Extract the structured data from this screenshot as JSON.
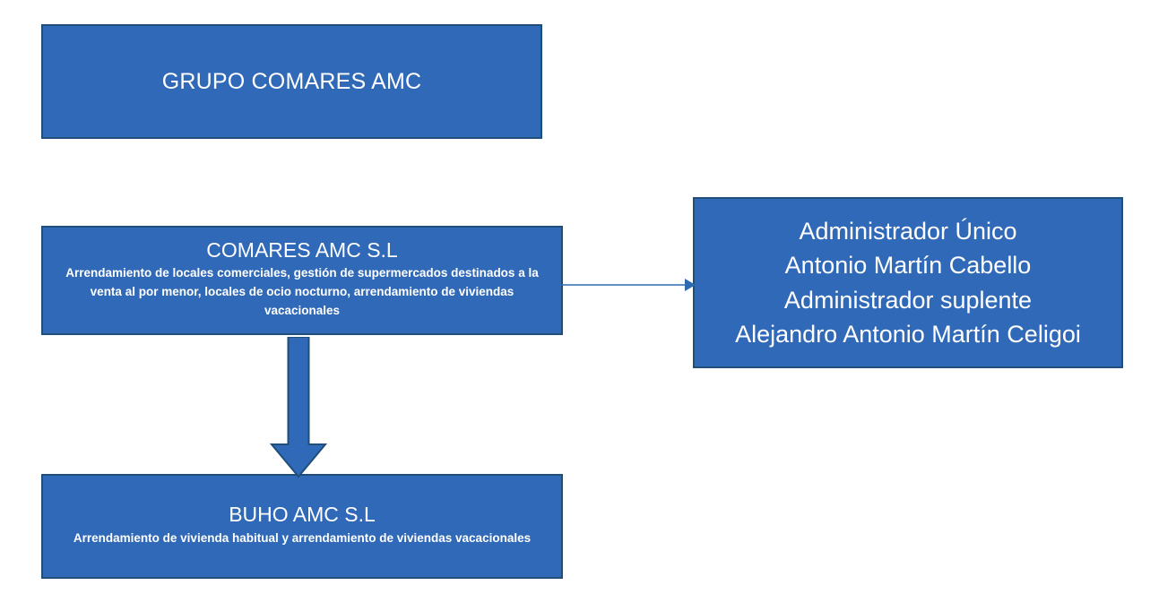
{
  "diagram": {
    "title": "GRUPO COMARES AMC organizational chart",
    "background_color": "#ffffff",
    "node_fill_color": "#3069b8",
    "node_border_color": "#1f4e79",
    "node_text_color": "#ffffff",
    "connector_color": "#2e6ab0"
  },
  "nodes": {
    "group": {
      "title": "GRUPO COMARES AMC"
    },
    "comares": {
      "title": "COMARES AMC S.L",
      "description": "Arrendamiento de locales comerciales, gestión de supermercados destinados a la venta al por menor, locales de ocio nocturno, arrendamiento de viviendas vacacionales"
    },
    "admins": {
      "lines": [
        "Administrador Único",
        "Antonio Martín Cabello",
        "Administrador suplente",
        "Alejandro Antonio Martín Celigoi"
      ]
    },
    "buho": {
      "title": "BUHO AMC S.L",
      "description": "Arrendamiento de vivienda habitual y arrendamiento de viviendas vacacionales"
    }
  },
  "connectors": {
    "comares_to_admins": {
      "label": "",
      "from": "comares",
      "to": "admins",
      "style": "thin-line-arrow",
      "direction": "right"
    },
    "comares_to_buho": {
      "label": "",
      "from": "comares",
      "to": "buho",
      "style": "block-arrow",
      "direction": "down"
    }
  }
}
